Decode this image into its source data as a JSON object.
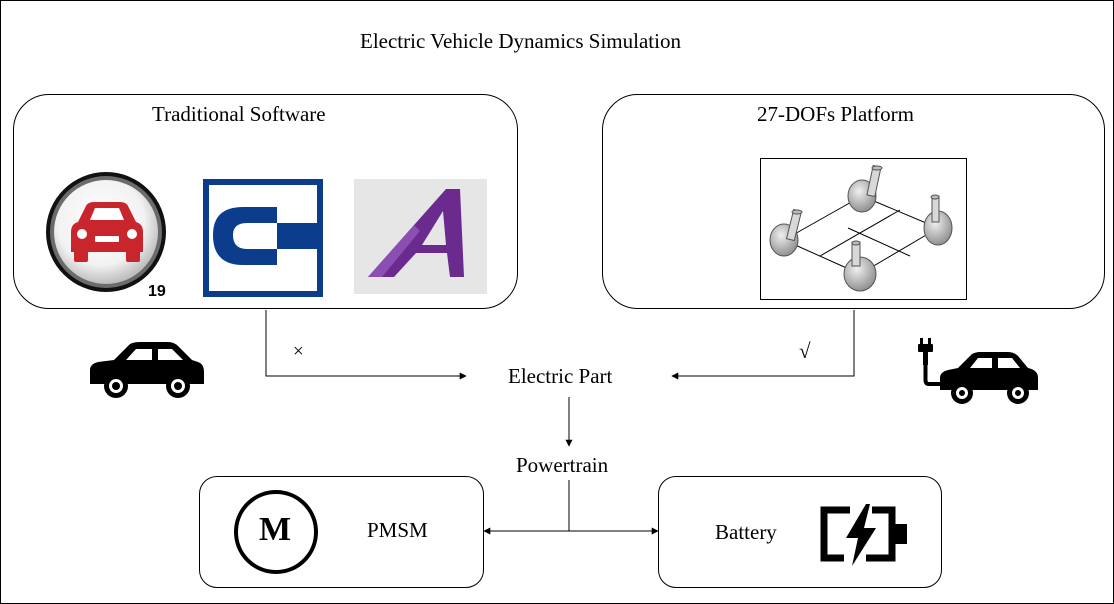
{
  "title": "Electric Vehicle Dynamics Simulation",
  "traditional": {
    "label": "Traditional Software",
    "logos": [
      {
        "icon": "carsim-car-badge-logo",
        "badge_text": "19",
        "accent": "#c9252c"
      },
      {
        "icon": "c-letter-software-logo",
        "accent": "#0b3d8c"
      },
      {
        "icon": "a-letter-software-logo",
        "accent": "#6a2a8e"
      }
    ],
    "mark": "×"
  },
  "platform": {
    "label": "27-DOFs Platform",
    "icon": "vehicle-chassis-diagram-icon",
    "mark": "√"
  },
  "electric_part": "Electric Part",
  "powertrain": "Powertrain",
  "pmsm": {
    "motor_symbol": "M",
    "label": "PMSM"
  },
  "battery": {
    "label": "Battery",
    "icon": "battery-charging-icon"
  },
  "icons": {
    "left_car": "car-icon",
    "right_car": "electric-car-plug-icon"
  }
}
